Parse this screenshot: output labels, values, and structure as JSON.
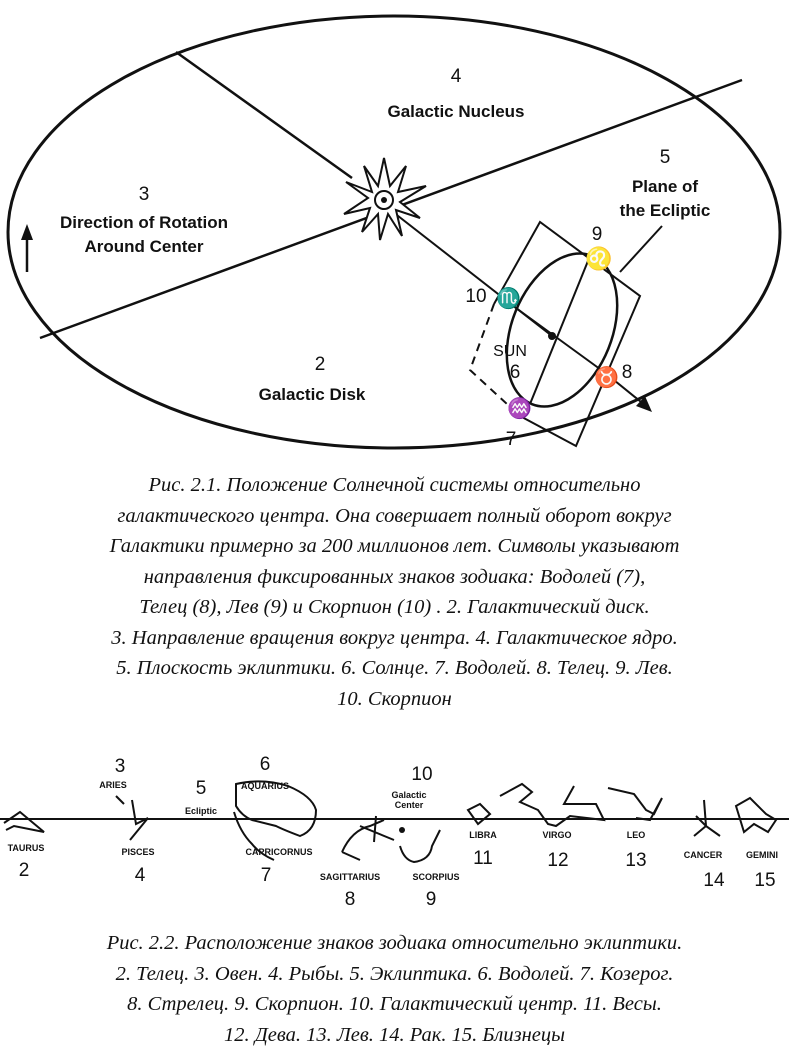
{
  "figure1": {
    "labels": {
      "n4": "4",
      "nucleus": "Galactic Nucleus",
      "n5": "5",
      "ecliptic_line1": "Plane of",
      "ecliptic_line2": "the Ecliptic",
      "n3": "3",
      "rotation_line1": "Direction of Rotation",
      "rotation_line2": "Around Center",
      "n9": "9",
      "n10": "10",
      "sun": "SUN",
      "n6": "6",
      "n8": "8",
      "n2": "2",
      "disk": "Galactic Disk",
      "n7": "7"
    },
    "symbols": {
      "leo": "♌",
      "scorpio": "♏",
      "taurus": "♉",
      "aquarius": "♒"
    },
    "caption_lines": [
      "Рис. 2.1. Положение Солнечной системы относительно",
      "галактического центра. Она совершает полный оборот вокруг",
      "Галактики примерно за 200 миллионов лет. Символы указывают",
      "направления фиксированных знаков зодиака: Водолей (7),",
      "Телец (8),  Лев (9) и Скорпион (10) . 2. Галактический диск.",
      "3. Направление вращения вокруг центра. 4. Галактическое ядро.",
      "5. Плоскость эклиптики. 6. Солнце. 7. Водолей. 8. Телец. 9. Лев.",
      "10. Скорпион"
    ]
  },
  "figure2": {
    "labels": {
      "n3": "3",
      "aries": "ARIES",
      "n5": "5",
      "ecliptic": "Ecliptic",
      "n6": "6",
      "aquarius": "AQUARIUS",
      "n10": "10",
      "galactic1": "Galactic",
      "galactic2": "Center",
      "taurus": "TAURUS",
      "n2": "2",
      "pisces": "PISCES",
      "n4": "4",
      "capricornus": "CAPRICORNUS",
      "n7": "7",
      "sagittarius": "SAGITTARIUS",
      "n8": "8",
      "scorpius": "SCORPIUS",
      "n9": "9",
      "libra": "LIBRA",
      "n11": "11",
      "virgo": "VIRGO",
      "n12": "12",
      "leo": "LEO",
      "n13": "13",
      "cancer": "CANCER",
      "n14": "14",
      "gemini": "GEMINI",
      "n15": "15"
    },
    "caption_lines": [
      "Рис. 2.2. Расположение знаков зодиака относительно эклиптики.",
      "2. Телец. 3. Овен. 4. Рыбы. 5. Эклиптика. 6. Водолей. 7. Козерог.",
      "8. Стрелец. 9. Скорпион. 10. Галактический центр. 11. Весы.",
      "12. Дева. 13. Лев. 14. Рак. 15. Близнецы"
    ]
  }
}
